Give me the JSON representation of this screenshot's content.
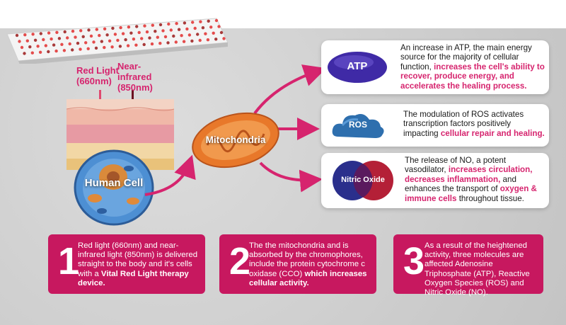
{
  "device": {
    "icon": "led-panel-icon"
  },
  "labels": {
    "red_light": [
      "Red Light",
      "(660nm)"
    ],
    "near_infrared": [
      "Near-",
      "infrared",
      "(850nm)"
    ],
    "human_cell": "Human Cell",
    "mitochondria": "Mitochondria"
  },
  "molecules": [
    {
      "name": "ATP",
      "color": "#3f2aa6",
      "text_parts": [
        {
          "t": "An increase in ATP, the main energy source for the majority of cellular function, ",
          "hl": false
        },
        {
          "t": "increases the cell's ability to recover, produce energy, and accelerates the healing process.",
          "hl": true
        }
      ]
    },
    {
      "name": "ROS",
      "color": "#2e6fae",
      "text_parts": [
        {
          "t": "The modulation of ROS activates transcription factors positively impacting ",
          "hl": false
        },
        {
          "t": "cellular repair and healing.",
          "hl": true
        }
      ]
    },
    {
      "name": "Nitric Oxide",
      "color": "#b0142c",
      "text_parts": [
        {
          "t": "The release of NO, a potent vasodilator, ",
          "hl": false
        },
        {
          "t": "increases circulation, decreases inflammation,",
          "hl": true
        },
        {
          "t": " and enhances the transport of ",
          "hl": false
        },
        {
          "t": "oxygen & immune cells",
          "hl": true
        },
        {
          "t": " throughout tissue.",
          "hl": false
        }
      ]
    }
  ],
  "steps": [
    {
      "number": "1",
      "text_parts": [
        {
          "t": "Red light (660nm) and near-infrared light (850nm) is delivered straight to the body and it's cells with a ",
          "b": false
        },
        {
          "t": "Vital Red Light therapy device.",
          "b": true
        }
      ]
    },
    {
      "number": "2",
      "text_parts": [
        {
          "t": "The the mitochondria and is absorbed by the chromophores, include the protein cytochrome c oxidase (CCO) ",
          "b": false
        },
        {
          "t": "which increases cellular activity.",
          "b": true
        }
      ]
    },
    {
      "number": "3",
      "text_parts": [
        {
          "t": "As a result of the heightened activity, three molecules are affected Adenosine Triphosphate (ATP), Reactive Oxygen Species (ROS) and Nitric Oxide (NO).",
          "b": false
        }
      ]
    }
  ],
  "colors": {
    "accent": "#d6246e",
    "step_bg": "#c7185f",
    "mito": "#e8782a",
    "cell": "#3a7fc4"
  }
}
